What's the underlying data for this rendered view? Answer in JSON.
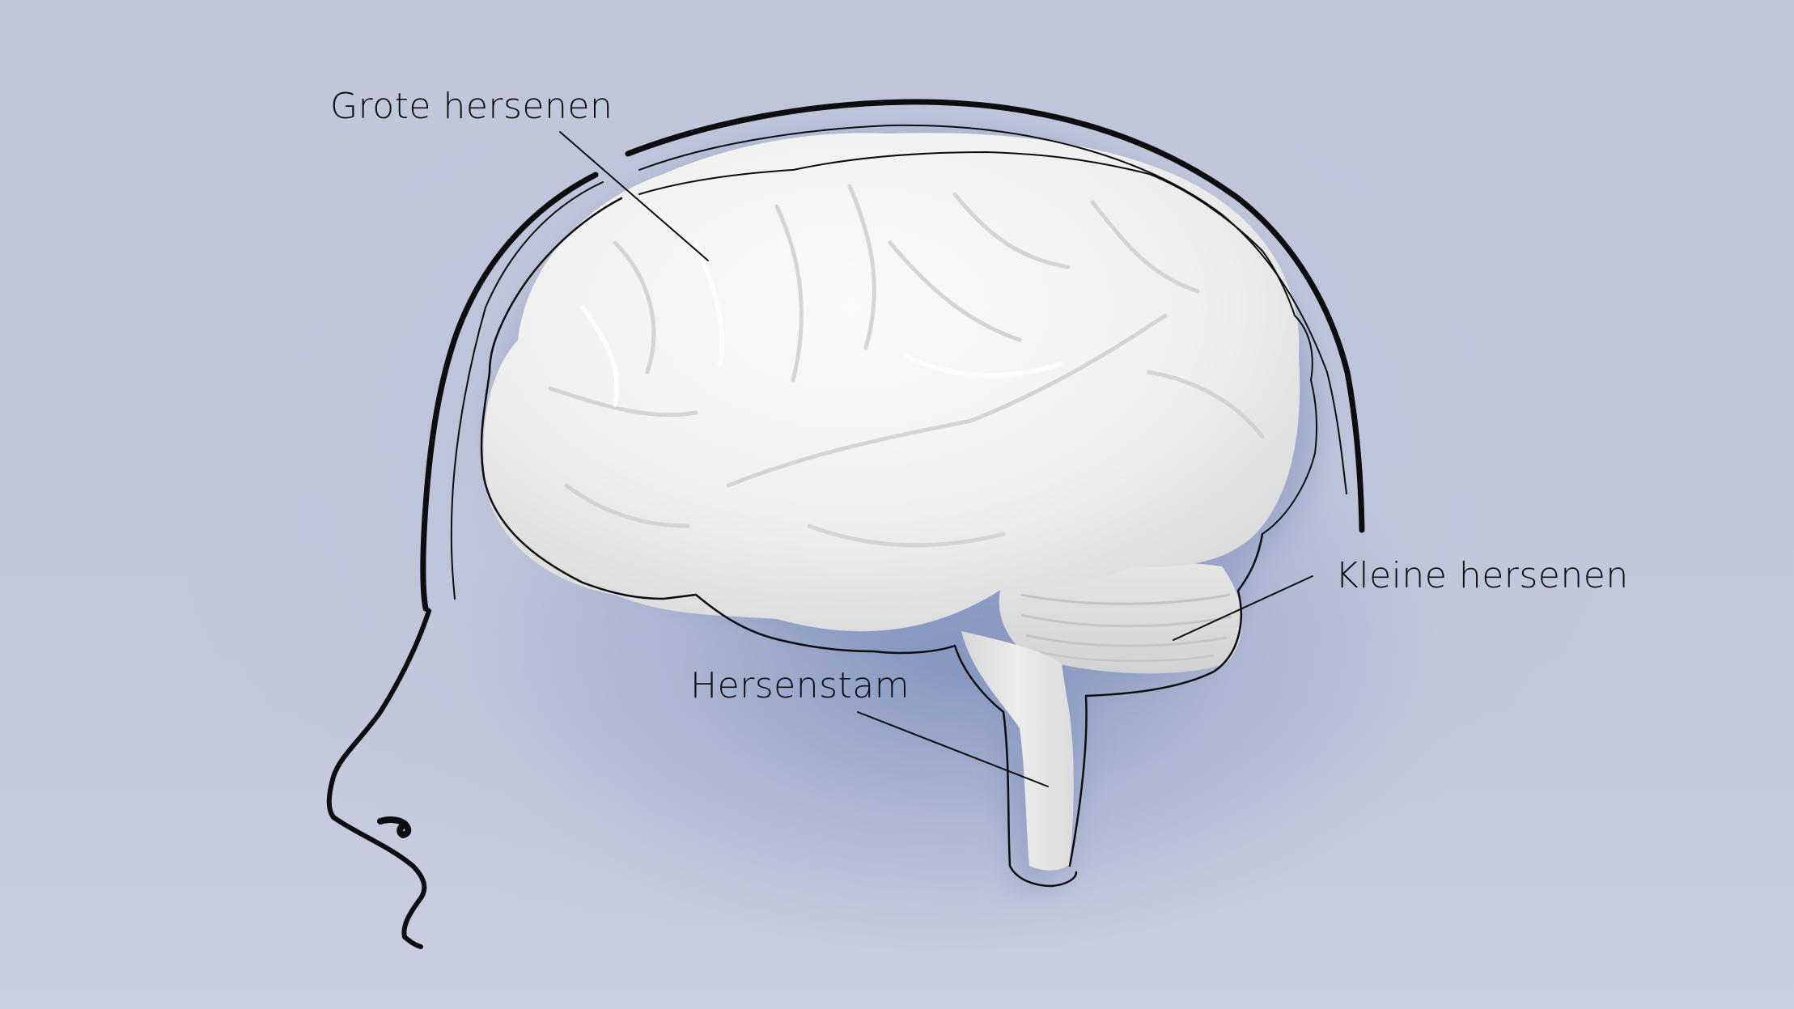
{
  "diagram": {
    "subject": "brain-in-head-profile",
    "labels": [
      {
        "id": "cerebrum",
        "text": "Grote hersenen"
      },
      {
        "id": "cerebellum",
        "text": "Kleine hersenen"
      },
      {
        "id": "brainstem",
        "text": "Hersenstam"
      }
    ]
  },
  "colors": {
    "background": "#c2c8dc",
    "shadow": "#8a99c2",
    "brain": "#f2f2f2",
    "brain_shade": "#d8d8d8",
    "ink": "#0d0d10"
  }
}
